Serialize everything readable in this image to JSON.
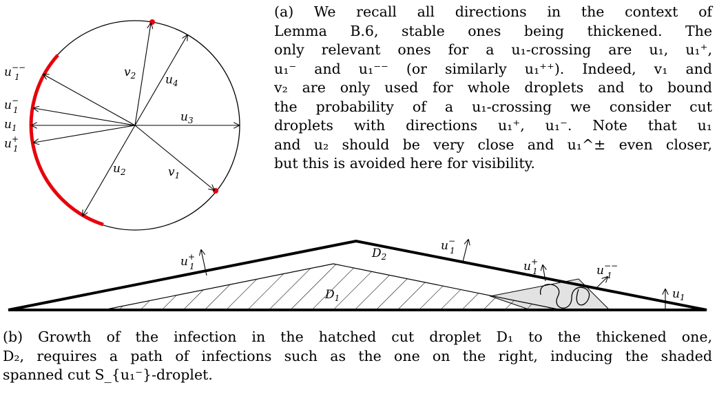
{
  "figure_a": {
    "direction_labels": {
      "u1": "u",
      "u1_sub": "1",
      "u1_plus_sup": "+",
      "u1_minus_sup": "−",
      "u1_mm_sup": "−−",
      "u2": "u",
      "u2_sub": "2",
      "u3": "u",
      "u3_sub": "3",
      "u4": "u",
      "u4_sub": "4",
      "v1": "v",
      "v1_sub": "1",
      "v2": "v",
      "v2_sub": "2"
    },
    "colors": {
      "stroke": "#000000",
      "stable": "#e8000b"
    }
  },
  "figure_b": {
    "labels": {
      "D1": "D",
      "D1_sub": "1",
      "D2": "D",
      "D2_sub": "2",
      "u1_plus": "u",
      "u1_plus_sub": "1",
      "u1_plus_sup": "+",
      "u1_minus": "u",
      "u1_minus_sub": "1",
      "u1_minus_sup": "−",
      "u1_mm": "u",
      "u1_mm_sub": "1",
      "u1_mm_sup": "−−",
      "u1": "u",
      "u1_sub": "1"
    },
    "colors": {
      "shade": "#e2e2e2",
      "stroke": "#000000"
    }
  },
  "caption_a": {
    "lines": [
      "(a)   We recall all directions in the context of",
      "Lemma B.6, stable ones being thickened.  The",
      "only relevant ones for a u₁-crossing are u₁, u₁⁺,",
      "u₁⁻ and u₁⁻⁻ (or similarly u₁⁺⁺). Indeed, v₁ and",
      "v₂ are only used for whole droplets and to bound",
      "the probability of a u₁-crossing we consider cut",
      "droplets with directions u₁⁺, u₁⁻.  Note that u₁",
      "and u₂ should be very close and u₁^± even closer,",
      "but this is avoided here for visibility."
    ]
  },
  "caption_b": {
    "lines": [
      "(b)   Growth of the infection in the hatched cut droplet D₁ to the thickened one,",
      "D₂, requires a path of infections such as the one on the right, inducing the shaded",
      "spanned cut S_{u₁⁻}-droplet."
    ]
  }
}
